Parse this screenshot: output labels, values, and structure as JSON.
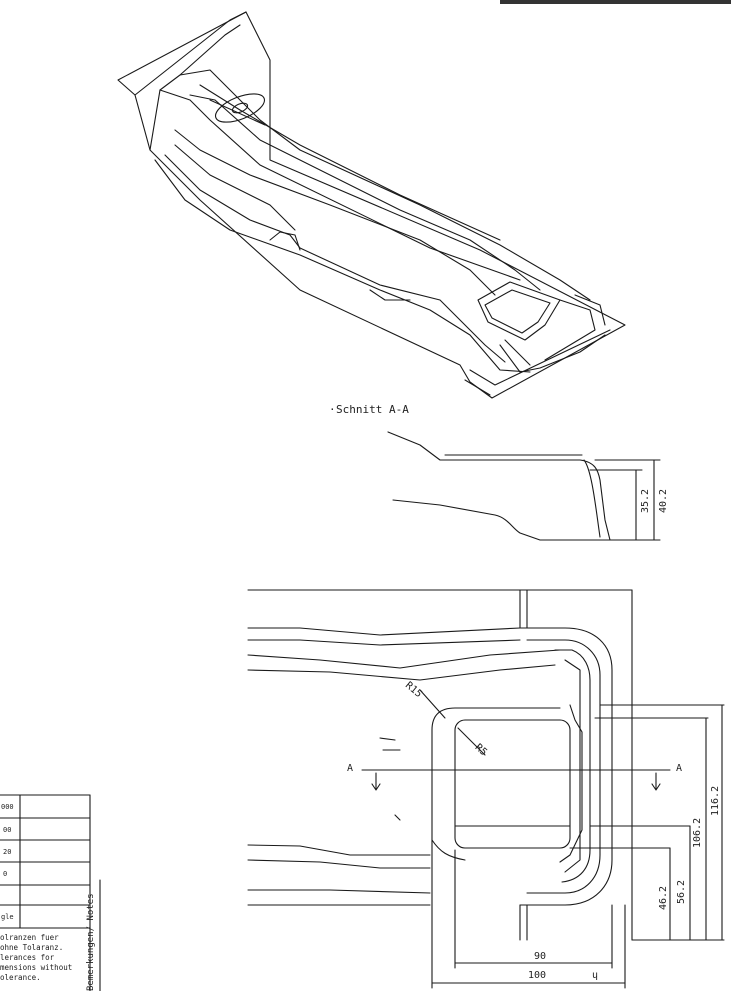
{
  "section": {
    "title": "Schnitt A-A",
    "dim_outer": "40.2",
    "dim_inner": "35.2"
  },
  "plan": {
    "section_marker_left": "A",
    "section_marker_right": "A",
    "radius_large": "R15",
    "radius_small": "R5",
    "dim_width_inner": "90",
    "dim_width_outer": "100",
    "dim_height_1": "116.2",
    "dim_height_2": "106.2",
    "dim_height_3": "56.2",
    "dim_height_4": "46.2",
    "corner_mark": "ɥ"
  },
  "tolerance_table": {
    "rows": [
      "000",
      "00",
      "20",
      "0",
      "",
      "gle"
    ],
    "notes": [
      "olranzen fuer",
      "ohne Tolaranz.",
      "lerances for",
      "mensions without",
      "olerance."
    ]
  },
  "remarks_label": "Bemerkungen/ Notes"
}
